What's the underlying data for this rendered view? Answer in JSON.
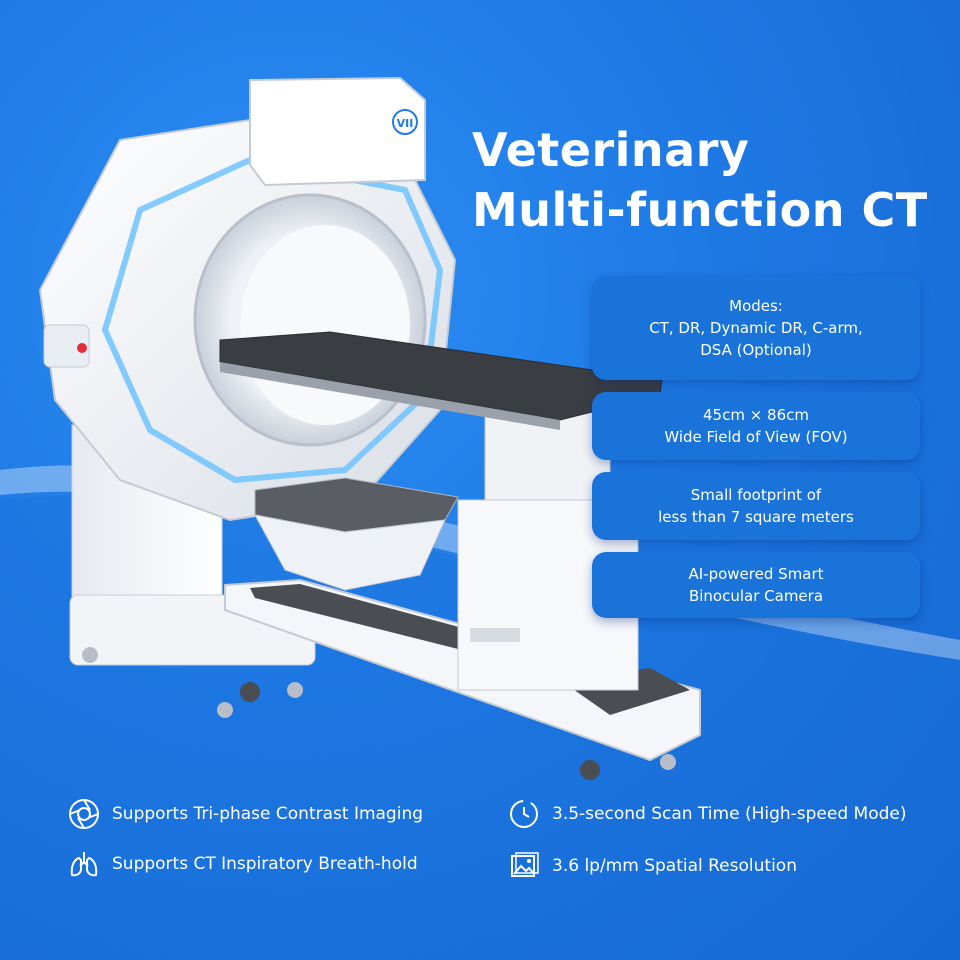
{
  "title": {
    "line1": "Veterinary",
    "line2": "Multi-function CT"
  },
  "device": {
    "badge": "VII"
  },
  "feature_cards": [
    {
      "lines": [
        "Modes:",
        "CT, DR, Dynamic DR, C-arm,",
        "DSA (Optional)"
      ]
    },
    {
      "lines": [
        "45cm × 86cm",
        "Wide Field of View (FOV)"
      ]
    },
    {
      "lines": [
        "Small footprint of",
        "less than 7 square meters"
      ]
    },
    {
      "lines": [
        "AI-powered Smart",
        "Binocular Camera"
      ]
    }
  ],
  "specs": [
    {
      "icon": "aperture-icon",
      "label": "Supports Tri-phase Contrast Imaging"
    },
    {
      "icon": "lungs-icon",
      "label": "Supports CT Inspiratory Breath-hold"
    },
    {
      "icon": "timer-icon",
      "label": "3.5-second Scan Time (High-speed Mode)"
    },
    {
      "icon": "image-icon",
      "label": "3.6 lp/mm Spatial Resolution"
    }
  ],
  "colors": {
    "background": "#1f7be6",
    "card": "#1a73d8",
    "text": "#ffffff",
    "device_body": "#f4f6f9",
    "device_accent_glow": "#6fc3ff",
    "table_top": "#3a3d42"
  }
}
